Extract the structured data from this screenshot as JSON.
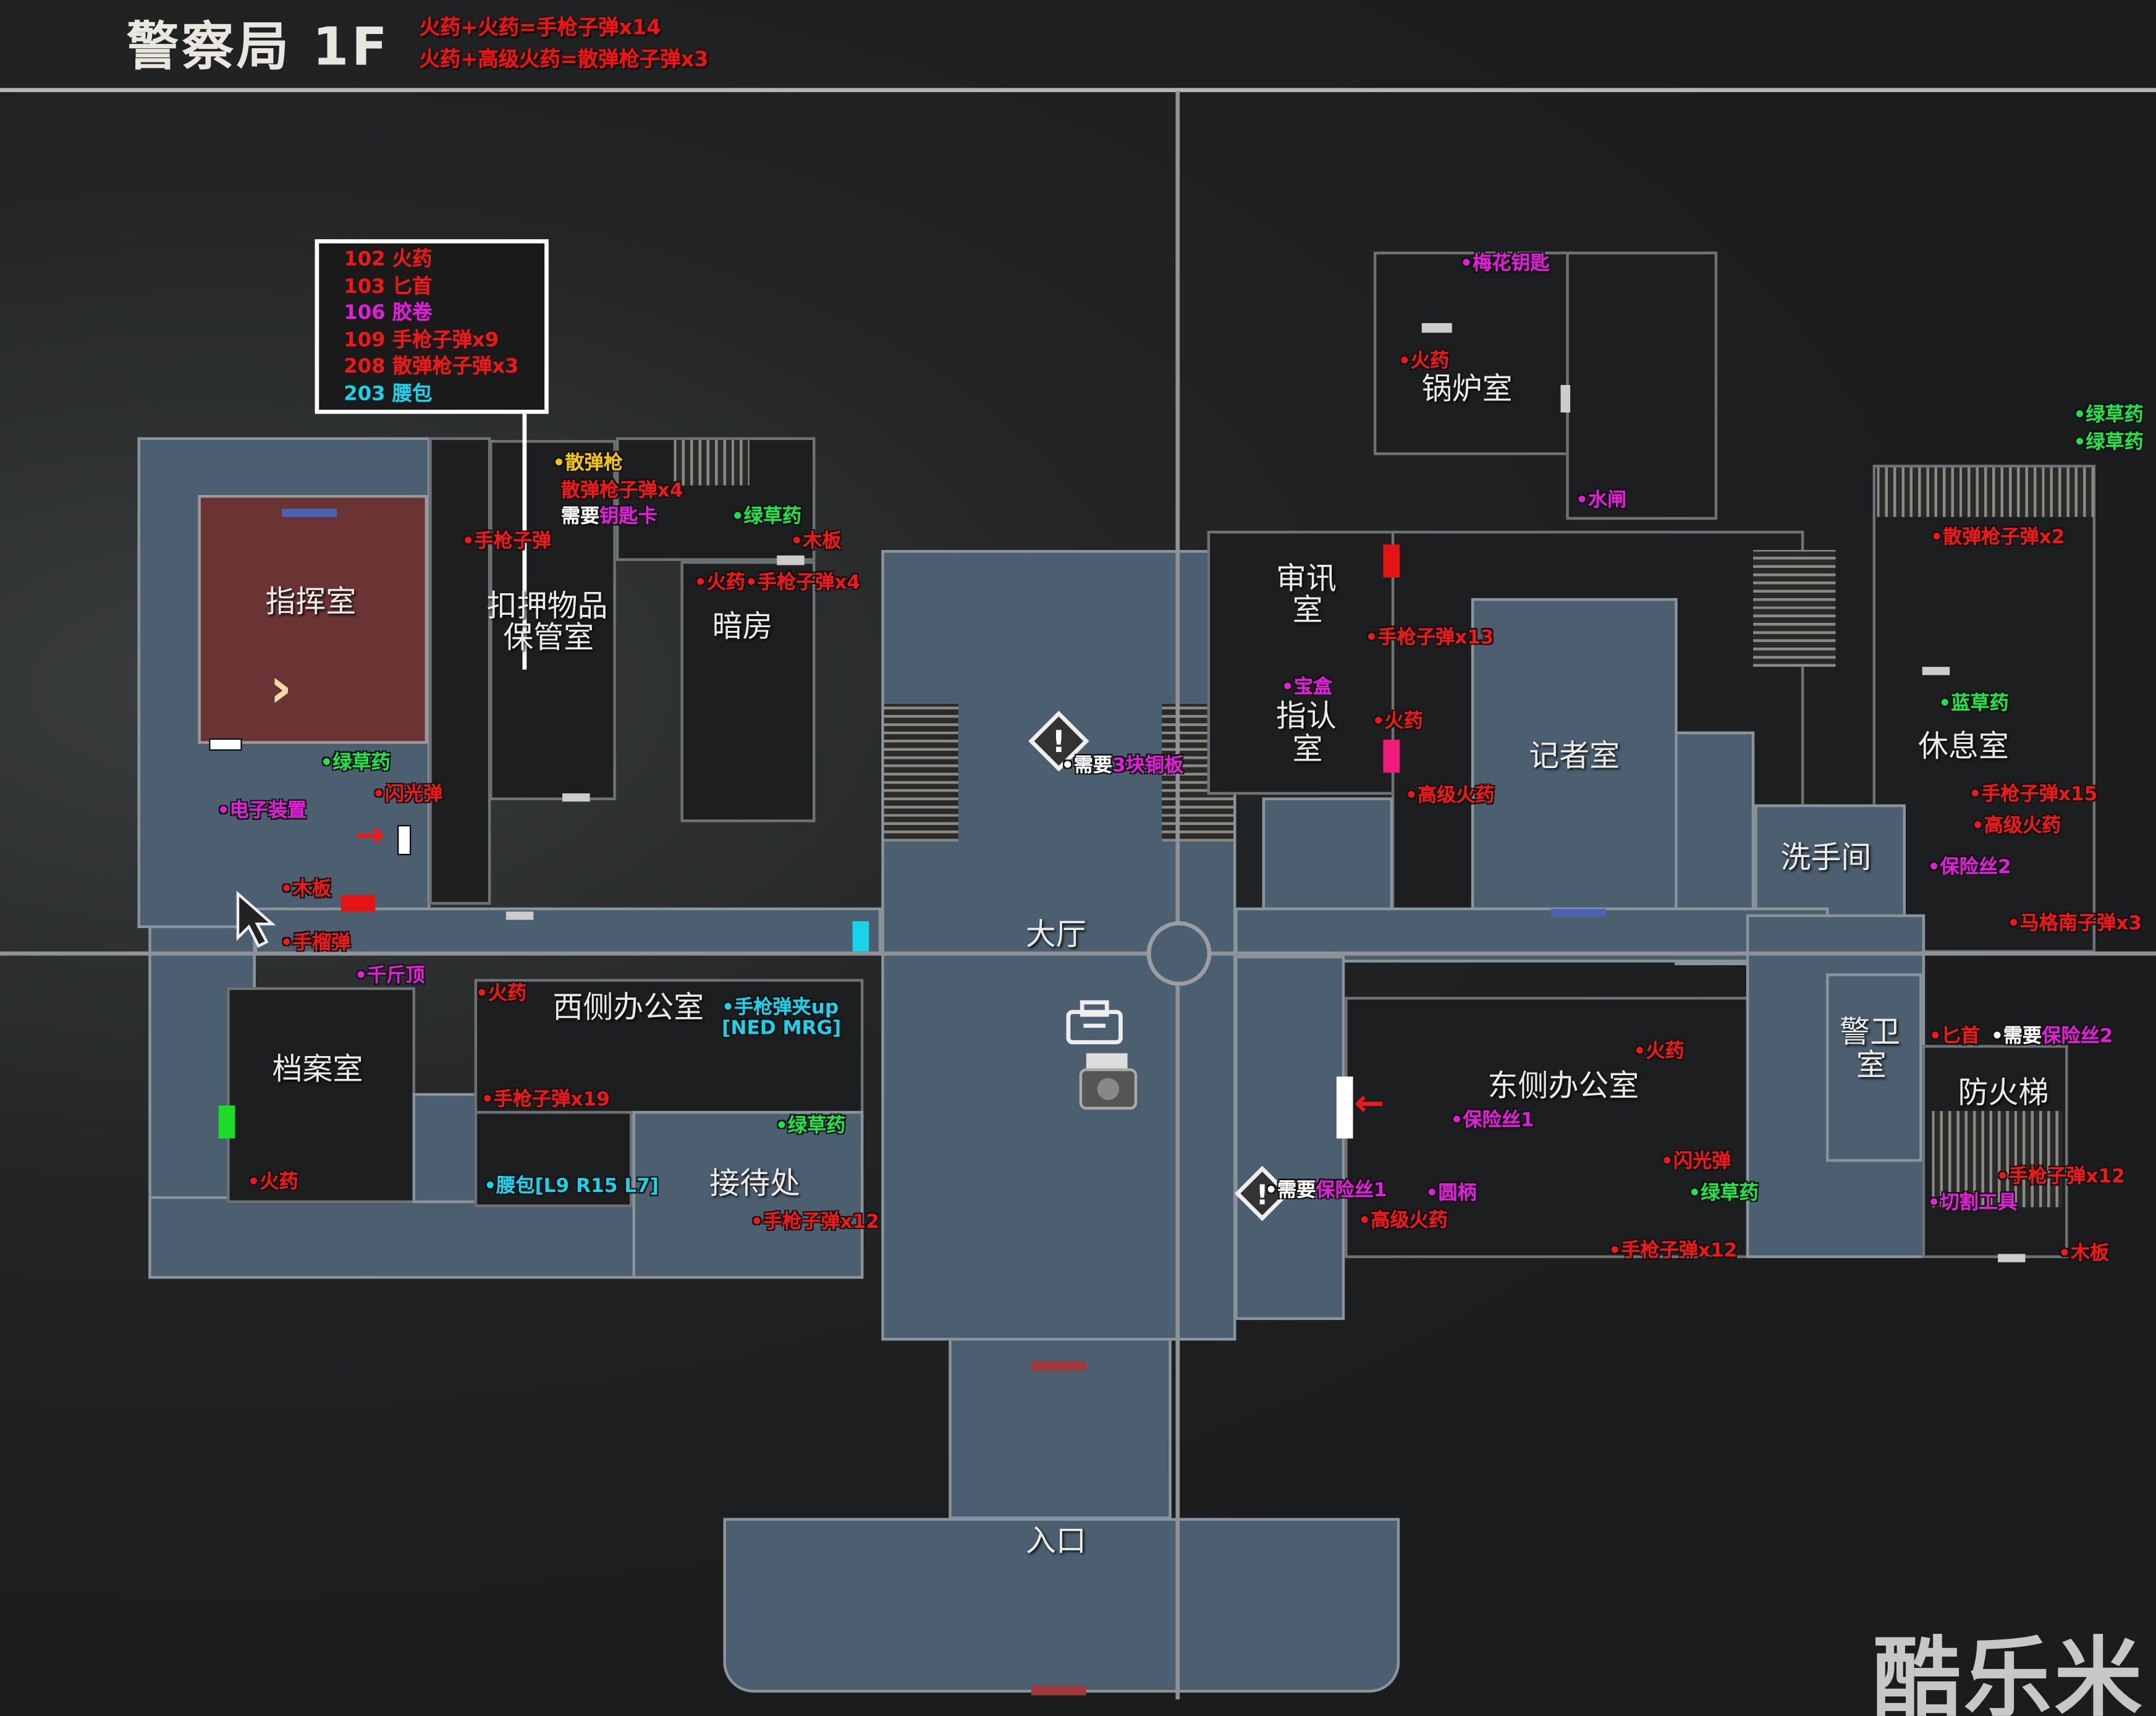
{
  "header": {
    "title": "警察局 1F",
    "recipes": [
      "火药+火药=手枪子弹x14",
      "火药+高级火药=散弹枪子弹x3"
    ]
  },
  "legend": [
    {
      "code": "102",
      "name": "火药",
      "color": "red"
    },
    {
      "code": "103",
      "name": "匕首",
      "color": "red"
    },
    {
      "code": "106",
      "name": "胶卷",
      "color": "magenta"
    },
    {
      "code": "109",
      "name": "手枪子弹x9",
      "color": "red"
    },
    {
      "code": "208",
      "name": "散弹枪子弹x3",
      "color": "red"
    },
    {
      "code": "203",
      "name": "腰包",
      "color": "cyan"
    }
  ],
  "rooms": {
    "command": "指挥室",
    "evidence_1": "扣押物品",
    "evidence_2": "保管室",
    "darkroom": "暗房",
    "boiler": "锅炉室",
    "interrogation_1": "审讯",
    "interrogation_2": "室",
    "lineup_1": "指认",
    "lineup_2": "室",
    "press": "记者室",
    "lounge": "休息室",
    "restroom": "洗手间",
    "hall": "大厅",
    "west_office": "西侧办公室",
    "records": "档案室",
    "reception": "接待处",
    "east_office": "东侧办公室",
    "guard_1": "警卫",
    "guard_2": "室",
    "fire_escape": "防火梯",
    "entrance": "入口"
  },
  "items": [
    {
      "text": "•梅花钥匙",
      "color": "magenta"
    },
    {
      "text": "•火药",
      "color": "red"
    },
    {
      "text": "•水闸",
      "color": "magenta"
    },
    {
      "text": "•绿草药",
      "color": "green"
    },
    {
      "text": "•绿草药",
      "color": "green"
    },
    {
      "text": "•散弹枪子弹x2",
      "color": "red"
    },
    {
      "text": "•蓝草药",
      "color": "green"
    },
    {
      "text": "•手枪子弹x15",
      "color": "red"
    },
    {
      "text": "•高级火药",
      "color": "red"
    },
    {
      "text": "•保险丝2",
      "color": "magenta"
    },
    {
      "text": "•马格南子弹x3",
      "color": "red"
    },
    {
      "text": "•散弹枪",
      "color": "yellow"
    },
    {
      "text": "散弹枪子弹x4",
      "color": "red"
    },
    {
      "text": "需要",
      "color": "white",
      "extra": "钥匙卡"
    },
    {
      "text": "•手枪子弹",
      "color": "red"
    },
    {
      "text": "•绿草药",
      "color": "green"
    },
    {
      "text": "•木板",
      "color": "red"
    },
    {
      "text": "•火药•手枪子弹x4",
      "color": "red"
    },
    {
      "text": "•手枪子弹x13",
      "color": "red"
    },
    {
      "text": "•宝盒",
      "color": "magenta"
    },
    {
      "text": "•火药",
      "color": "red"
    },
    {
      "text": "•高级火药",
      "color": "red"
    },
    {
      "text": "•需要",
      "color": "white",
      "extra": "3块铜板"
    },
    {
      "text": "•绿草药",
      "color": "green"
    },
    {
      "text": "•闪光弹",
      "color": "red"
    },
    {
      "text": "•电子装置",
      "color": "magenta"
    },
    {
      "text": "•木板",
      "color": "red"
    },
    {
      "text": "•手榴弹",
      "color": "red"
    },
    {
      "text": "•千斤顶",
      "color": "magenta"
    },
    {
      "text": "•火药",
      "color": "red"
    },
    {
      "text": "•手枪弹夹up",
      "color": "cyan"
    },
    {
      "text": "[NED MRG]",
      "color": "cyan"
    },
    {
      "text": "•手枪子弹x19",
      "color": "red"
    },
    {
      "text": "•绿草药",
      "color": "green"
    },
    {
      "text": "•腰包[L9 R15 L7]",
      "color": "cyan"
    },
    {
      "text": "•手枪子弹x12",
      "color": "red"
    },
    {
      "text": "•火药",
      "color": "red"
    },
    {
      "text": "•火药",
      "color": "red"
    },
    {
      "text": "•保险丝1",
      "color": "magenta"
    },
    {
      "text": "•闪光弹",
      "color": "red"
    },
    {
      "text": "•绿草药",
      "color": "green"
    },
    {
      "text": "•需要",
      "color": "white",
      "extra": "保险丝1"
    },
    {
      "text": "•圆柄",
      "color": "magenta"
    },
    {
      "text": "•高级火药",
      "color": "red"
    },
    {
      "text": "•手枪子弹x12",
      "color": "red"
    },
    {
      "text": "•匕首",
      "color": "red"
    },
    {
      "text": "•需要",
      "color": "white",
      "extra": "保险丝2"
    },
    {
      "text": "•手枪子弹x12",
      "color": "red"
    },
    {
      "text": "•切割工具",
      "color": "magenta"
    },
    {
      "text": "•木板",
      "color": "red"
    }
  ],
  "icons": {
    "command_marker": "chevron-right-icon",
    "exclamation": "warning-diamond-icon",
    "storage_box": "item-box-icon",
    "typewriter": "typewriter-icon",
    "cursor": "mouse-cursor-icon"
  },
  "watermark": "酷乐米",
  "colors": {
    "red": "#f01818",
    "green": "#25e04a",
    "magenta": "#e21fd8",
    "cyan": "#1ed0ea",
    "yellow": "#f2c21a",
    "white": "#ffffff",
    "floor_blue": "#4b5f70",
    "command_room": "#6b3434"
  }
}
